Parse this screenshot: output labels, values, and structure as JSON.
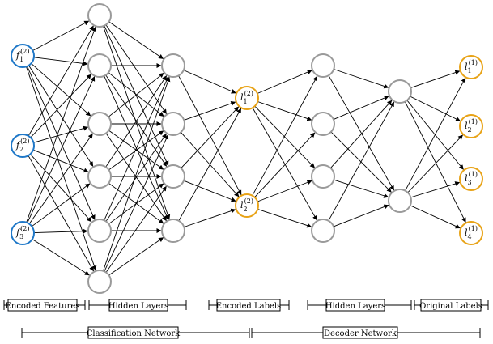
{
  "layers": [
    {
      "id": "encoded-features",
      "color": "#1f78c8",
      "count": 3,
      "labels": [
        {
          "base": "f",
          "sub": "1",
          "sup": "(2)"
        },
        {
          "base": "f",
          "sub": "2",
          "sup": "(2)"
        },
        {
          "base": "f",
          "sub": "3",
          "sup": "(2)"
        }
      ]
    },
    {
      "id": "hidden-1",
      "color": "#9a9a9a",
      "count": 6,
      "labels": []
    },
    {
      "id": "hidden-2",
      "color": "#9a9a9a",
      "count": 4,
      "labels": []
    },
    {
      "id": "encoded-labels",
      "color": "#e8a317",
      "count": 2,
      "labels": [
        {
          "base": "l",
          "sub": "1",
          "sup": "(2)"
        },
        {
          "base": "l",
          "sub": "2",
          "sup": "(2)"
        }
      ]
    },
    {
      "id": "hidden-3",
      "color": "#9a9a9a",
      "count": 4,
      "labels": []
    },
    {
      "id": "hidden-4",
      "color": "#9a9a9a",
      "count": 2,
      "labels": []
    },
    {
      "id": "original-labels",
      "color": "#e8a317",
      "count": 4,
      "labels": [
        {
          "base": "l",
          "sub": "1",
          "sup": "(1)"
        },
        {
          "base": "l",
          "sub": "2",
          "sup": "(1)"
        },
        {
          "base": "l",
          "sub": "3",
          "sup": "(1)"
        },
        {
          "base": "l",
          "sub": "4",
          "sup": "(1)"
        }
      ]
    }
  ],
  "sections": {
    "encoded_features": "Encoded Features",
    "hidden_layers_1": "Hidden Layers",
    "encoded_labels": "Encoded Labels",
    "hidden_layers_2": "Hidden Layers",
    "original_labels": "Original Labels"
  },
  "groups": {
    "classification": "Classification Network",
    "decoder": "Decoder Network"
  }
}
